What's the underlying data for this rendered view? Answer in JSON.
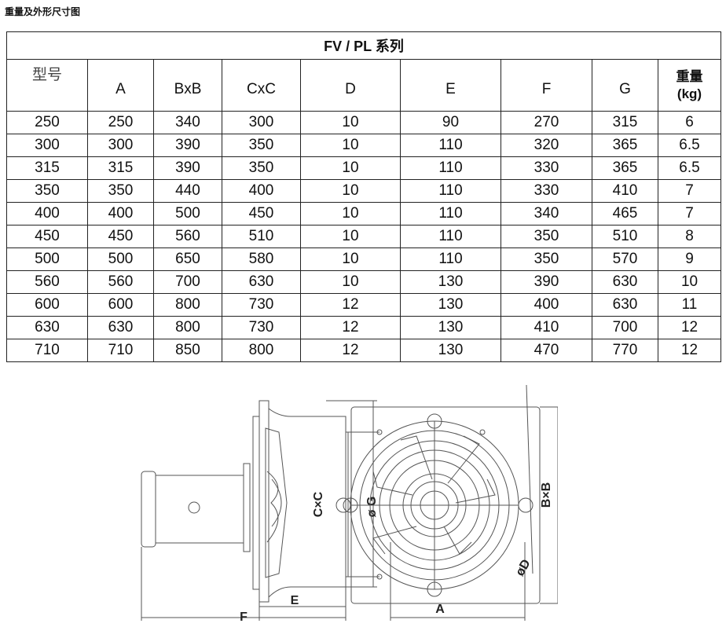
{
  "heading": "重量及外形尺寸图",
  "table": {
    "title": "FV / PL 系列",
    "headers": [
      "型号",
      "A",
      "BxB",
      "CxC",
      "D",
      "E",
      "F",
      "G"
    ],
    "weight_header": "重量",
    "weight_unit": "(kg)",
    "rows": [
      [
        "250",
        "250",
        "340",
        "300",
        "10",
        "90",
        "270",
        "315",
        "6"
      ],
      [
        "300",
        "300",
        "390",
        "350",
        "10",
        "110",
        "320",
        "365",
        "6.5"
      ],
      [
        "315",
        "315",
        "390",
        "350",
        "10",
        "110",
        "330",
        "365",
        "6.5"
      ],
      [
        "350",
        "350",
        "440",
        "400",
        "10",
        "110",
        "330",
        "410",
        "7"
      ],
      [
        "400",
        "400",
        "500",
        "450",
        "10",
        "110",
        "340",
        "465",
        "7"
      ],
      [
        "450",
        "450",
        "560",
        "510",
        "10",
        "110",
        "350",
        "510",
        "8"
      ],
      [
        "500",
        "500",
        "650",
        "580",
        "10",
        "110",
        "350",
        "570",
        "9"
      ],
      [
        "560",
        "560",
        "700",
        "630",
        "10",
        "130",
        "390",
        "630",
        "10"
      ],
      [
        "600",
        "600",
        "800",
        "730",
        "12",
        "130",
        "400",
        "630",
        "11"
      ],
      [
        "630",
        "630",
        "800",
        "730",
        "12",
        "130",
        "410",
        "700",
        "12"
      ],
      [
        "710",
        "710",
        "850",
        "800",
        "12",
        "130",
        "470",
        "770",
        "12"
      ]
    ]
  },
  "drawing": {
    "labels": {
      "G": "ø G",
      "E": "E",
      "F": "F",
      "CxC": "C×C",
      "BxB": "B×B",
      "D": "øD",
      "A": "A"
    }
  }
}
